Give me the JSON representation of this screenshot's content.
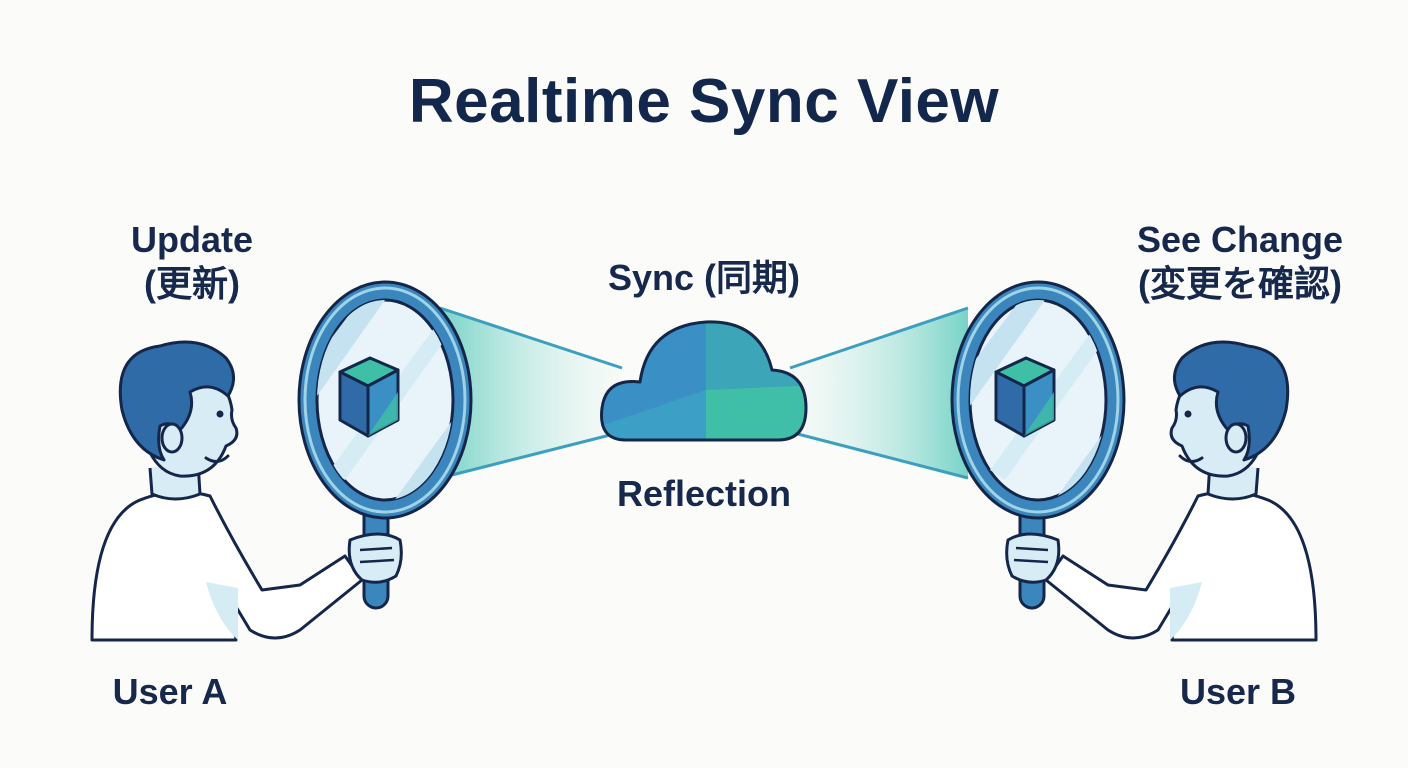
{
  "title": "Realtime Sync View",
  "left_user": {
    "action_line1": "Update",
    "action_line2": "(更新)",
    "name": "User A"
  },
  "center": {
    "sync_label": "Sync (同期)",
    "reflection_label": "Reflection"
  },
  "right_user": {
    "action_line1": "See Change",
    "action_line2": "(変更を確認)",
    "name": "User B"
  },
  "colors": {
    "ink": "#14264a",
    "blue": "#3a7fb6",
    "teal": "#3cc0a6",
    "light_blue": "#d8ecf6"
  },
  "icons": [
    "person-icon",
    "magnifier-icon",
    "cube-icon",
    "cloud-icon"
  ]
}
